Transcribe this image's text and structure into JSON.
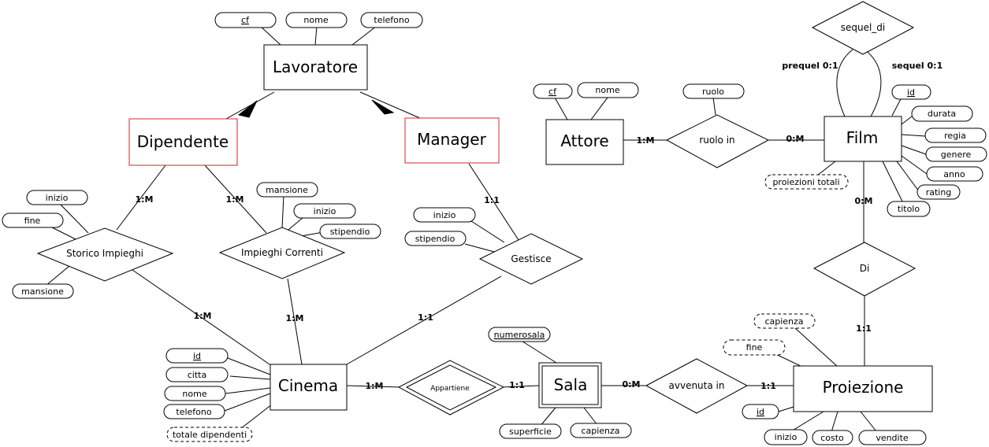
{
  "entities": {
    "lavoratore": "Lavoratore",
    "dipendente": "Dipendente",
    "manager": "Manager",
    "attore": "Attore",
    "film": "Film",
    "cinema": "Cinema",
    "sala": "Sala",
    "proiezione": "Proiezione"
  },
  "relationships": {
    "storico_impieghi": "Storico Impieghi",
    "impieghi_correnti": "Impieghi Correnti",
    "gestisce": "Gestisce",
    "ruolo_in": "ruolo in",
    "sequel_di": "sequel_di",
    "di": "Di",
    "appartiene": "Appartiene",
    "avvenuta_in": "avvenuta in"
  },
  "attributes": {
    "lavoratore": {
      "cf": "cf",
      "nome": "nome",
      "telefono": "telefono"
    },
    "attore": {
      "cf": "cf",
      "nome": "nome"
    },
    "ruolo_in": {
      "ruolo": "ruolo"
    },
    "film": {
      "id": "id",
      "durata": "durata",
      "regia": "regia",
      "genere": "genere",
      "anno": "anno",
      "rating": "rating",
      "titolo": "titolo",
      "proiezioni_totali": "proiezioni totali"
    },
    "storico_impieghi": {
      "inizio": "inizio",
      "fine": "fine",
      "mansione": "mansione"
    },
    "impieghi_correnti": {
      "mansione": "mansione",
      "inizio": "inizio",
      "stipendio": "stipendio"
    },
    "gestisce": {
      "inizio": "inizio",
      "stipendio": "stipendio"
    },
    "cinema": {
      "id": "id",
      "citta": "citta",
      "nome": "nome",
      "telefono": "telefono",
      "totale_dipendenti": "totale dipendenti"
    },
    "sala": {
      "numerosala": "numerosala",
      "superficie": "superficie",
      "capienza": "capienza"
    },
    "proiezione": {
      "capienza": "capienza",
      "fine": "fine",
      "id": "id",
      "inizio": "inizio",
      "costo": "costo",
      "vendite": "vendite"
    }
  },
  "cardinalities": {
    "dipendente_storico": "1:M",
    "dipendente_correnti": "1:M",
    "manager_gestisce": "1:1",
    "storico_cinema": "1:M",
    "correnti_cinema": "1:M",
    "gestisce_cinema": "1:1",
    "attore_ruolo": "1:M",
    "ruolo_film": "0:M",
    "film_di": "0:M",
    "di_proiezione": "1:1",
    "cinema_appartiene": "1:M",
    "appartiene_sala": "1:1",
    "sala_avvenuta": "0:M",
    "avvenuta_proiezione": "1:1",
    "prequel": "prequel 0:1",
    "sequel": "sequel 0:1"
  },
  "colors": {
    "subclass_border": "#d62728",
    "stroke": "#000000",
    "background": "#ffffff"
  }
}
